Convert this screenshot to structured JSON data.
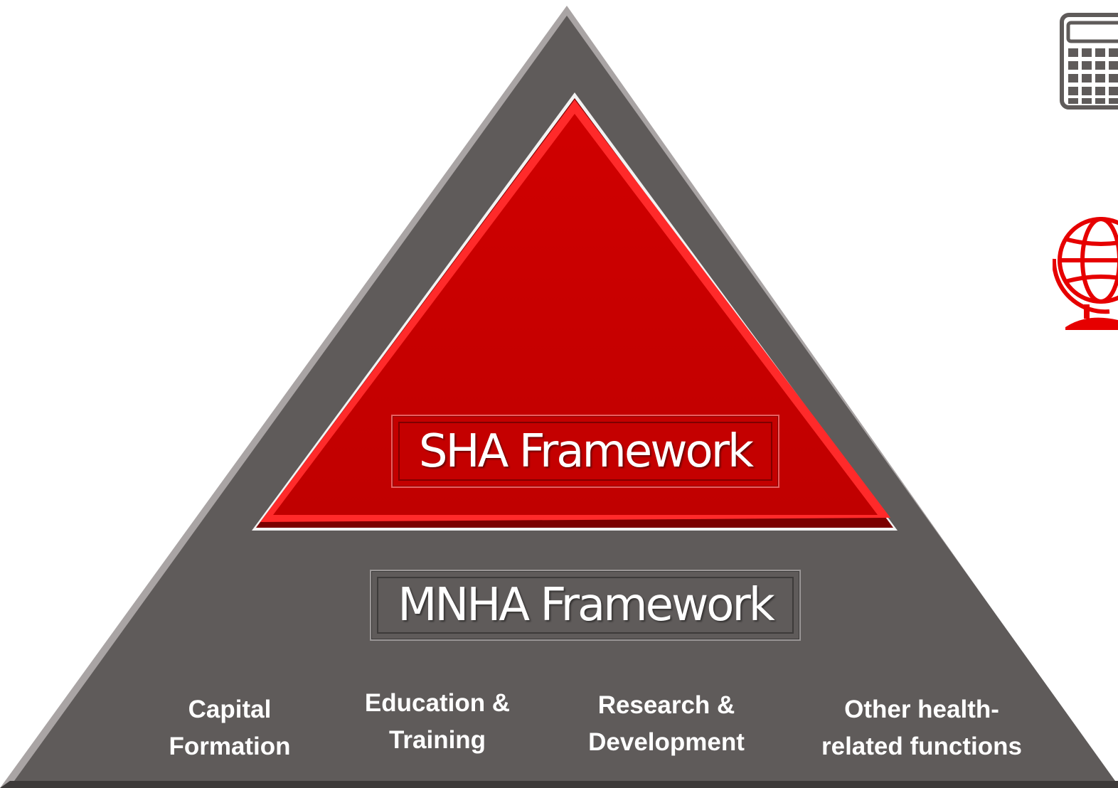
{
  "diagram": {
    "inner_box_label": "SHA Framework",
    "outer_box_label": "MNHA Framework",
    "bottom_labels": [
      {
        "line1": "Capital",
        "line2": "Formation"
      },
      {
        "line1": "Education &",
        "line2": "Training"
      },
      {
        "line1": "Research &",
        "line2": "Development"
      },
      {
        "line1": "Other health-",
        "line2": "related functions"
      }
    ]
  },
  "icons": {
    "top_right": "calculator-icon",
    "middle_right": "globe-icon"
  },
  "colors": {
    "outer_triangle": "#5f5b5a",
    "inner_triangle": "#cc0000",
    "text": "#ffffff"
  }
}
